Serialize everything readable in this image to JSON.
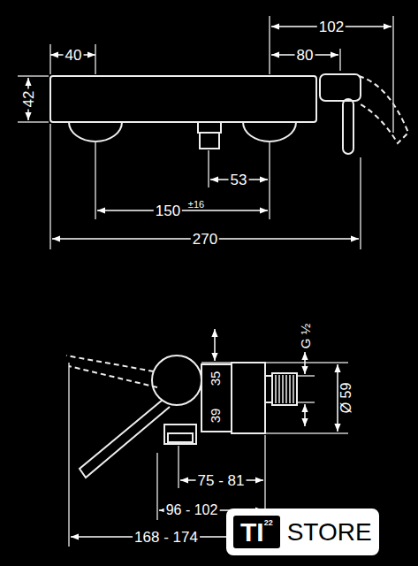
{
  "diagram": {
    "nodes": [
      {
        "text": [
          "STORE"
        ]
      },
      {
        "text": [
          "TI",
          "22"
        ],
        "in": 0
      }
    ],
    "labels": [
      "40",
      "42",
      "102",
      "80",
      "53",
      "150",
      "±16",
      "270",
      "G ½",
      "35",
      "39",
      "Ø 59",
      "75 - 81",
      "96 - 102",
      "168 - 174"
    ]
  }
}
